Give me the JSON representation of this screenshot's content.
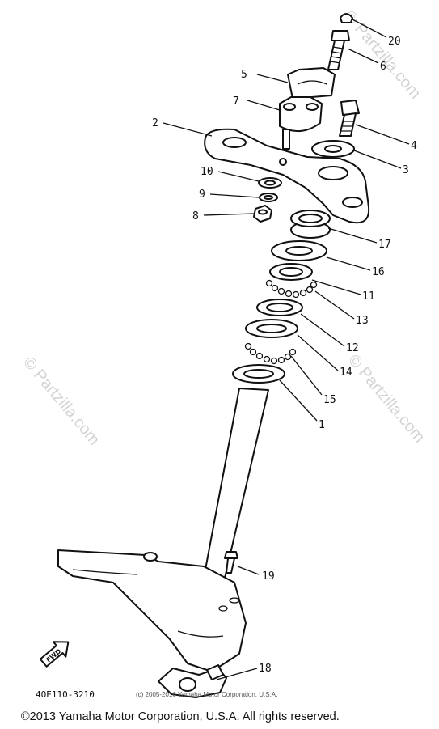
{
  "watermarks": {
    "top_right": "© Partzilla.com",
    "left": "© Partzilla.com",
    "right": "© Partzilla.com"
  },
  "diagram_code": "4OE110-3210",
  "small_copyright": "(c) 2005-2016 Yamaha Motor Corporation, U.S.A.",
  "fwd_label": "FWD",
  "copyright": "©2013 Yamaha Motor Corporation, U.S.A. All rights reserved.",
  "parts": [
    {
      "number": "20"
    },
    {
      "number": "6"
    },
    {
      "number": "5"
    },
    {
      "number": "7"
    },
    {
      "number": "2"
    },
    {
      "number": "4"
    },
    {
      "number": "3"
    },
    {
      "number": "10"
    },
    {
      "number": "9"
    },
    {
      "number": "8"
    },
    {
      "number": "17"
    },
    {
      "number": "16"
    },
    {
      "number": "11"
    },
    {
      "number": "13"
    },
    {
      "number": "12"
    },
    {
      "number": "14"
    },
    {
      "number": "15"
    },
    {
      "number": "1"
    },
    {
      "number": "19"
    },
    {
      "number": "18"
    }
  ]
}
